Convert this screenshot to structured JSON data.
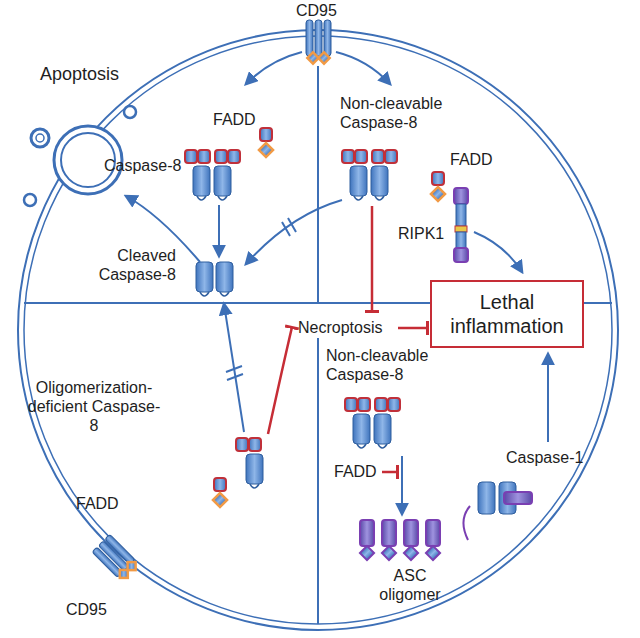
{
  "diagram": {
    "nodes": [
      {
        "text": [
          "Lethal inflammation"
        ]
      }
    ],
    "labels": [
      "CD95",
      "Apoptosis",
      "FADD",
      "Caspase-8",
      "Non-cleavable Caspase-8",
      "FADD",
      "RIPK1",
      "Cleaved Caspase-8",
      "Necroptosis",
      "Oligomerization-deficient Caspase-8",
      "FADD",
      "CD95",
      "Non-cleavable Caspase-8",
      "FADD",
      "Caspase-1",
      "ASC oligomer"
    ]
  }
}
